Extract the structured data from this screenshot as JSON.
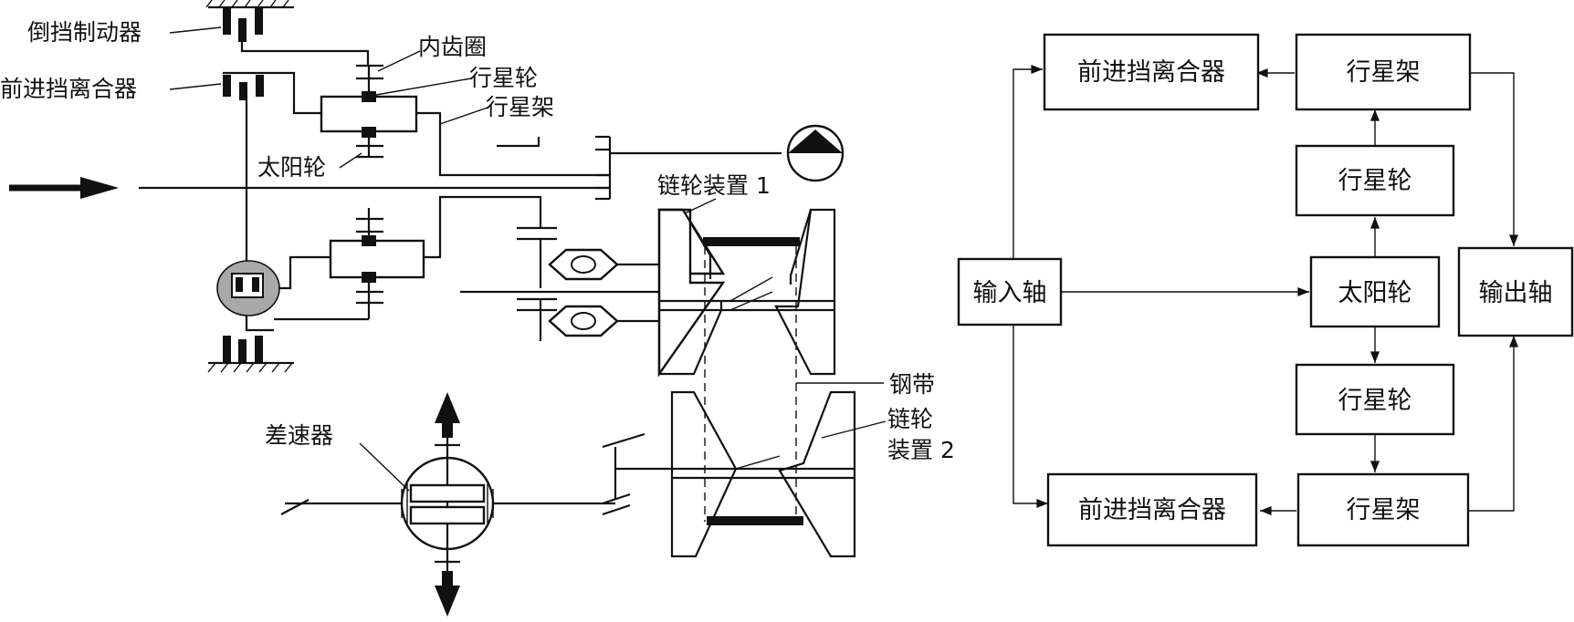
{
  "mechanism": {
    "labels": {
      "reverse_brake": "倒挡制动器",
      "forward_clutch": "前进挡离合器",
      "ring_gear": "内齿圈",
      "planet_gear": "行星轮",
      "planet_carrier": "行星架",
      "sun_gear": "太阳轮",
      "sprocket_1": "链轮装置 1",
      "steel_belt": "钢带",
      "sprocket_2_line1": "链轮",
      "sprocket_2_line2": "装置 2",
      "differential": "差速器"
    }
  },
  "flowchart": {
    "input_shaft": "输入轴",
    "output_shaft": "输出轴",
    "sun_gear": "太阳轮",
    "top_clutch": "前进挡离合器",
    "top_carrier": "行星架",
    "top_planet": "行星轮",
    "bottom_planet": "行星轮",
    "bottom_carrier": "行星架",
    "bottom_clutch": "前进挡离合器"
  }
}
